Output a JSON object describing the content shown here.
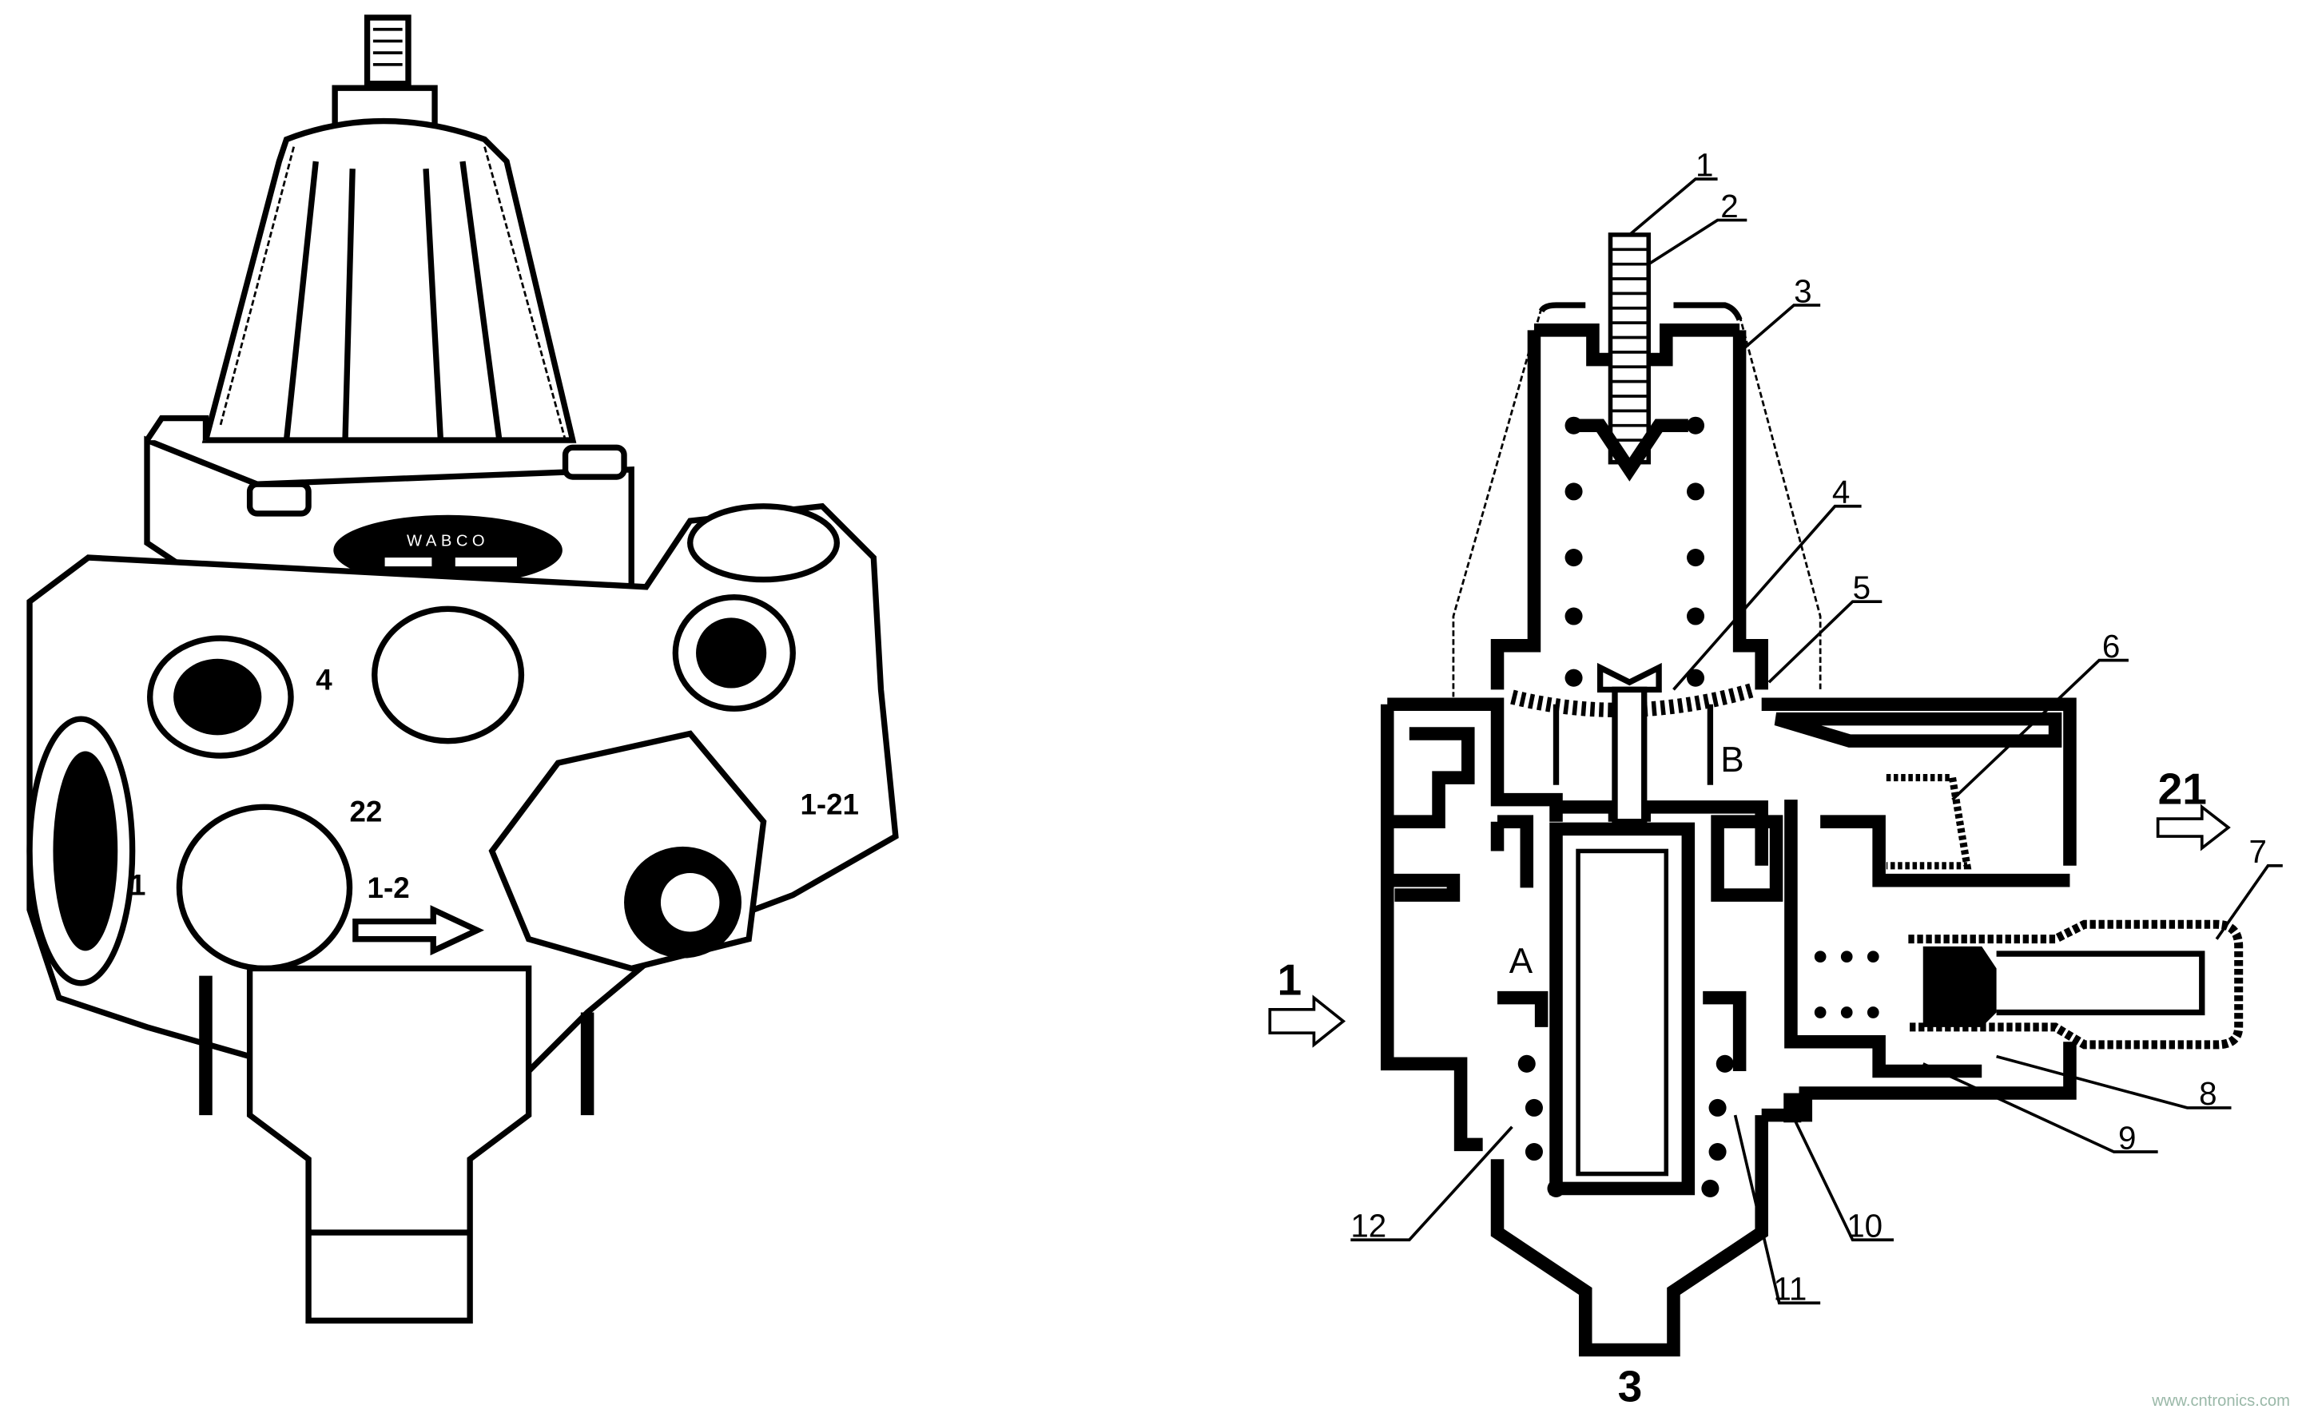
{
  "figure": {
    "perspective_view": {
      "brand_plate": "WABCO",
      "port_marks": [
        "4",
        "22",
        "1",
        "1-2",
        "1-21"
      ]
    },
    "section_view": {
      "part_labels": [
        "1",
        "2",
        "3",
        "4",
        "5",
        "6",
        "7",
        "8",
        "9",
        "10",
        "11",
        "12"
      ],
      "chamber_labels": {
        "a": "A",
        "b": "B"
      },
      "port_labels": {
        "inlet": "1",
        "outlet": "21",
        "exhaust": "3"
      }
    },
    "watermark": "www.cntronics.com"
  }
}
